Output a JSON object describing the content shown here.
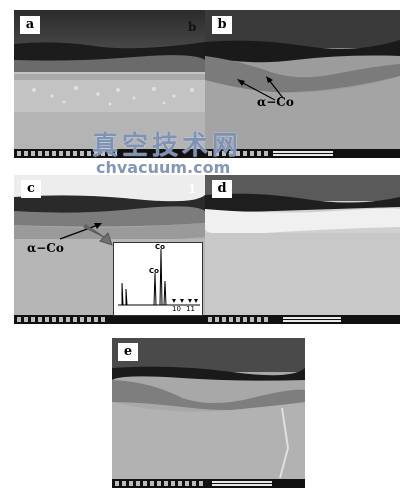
{
  "panels": [
    {
      "id": "a",
      "label": "a",
      "sublabel": "b"
    },
    {
      "id": "b",
      "label": "b"
    },
    {
      "id": "c",
      "label": "c",
      "sublabel": "1"
    },
    {
      "id": "d",
      "label": "d"
    },
    {
      "id": "e",
      "label": "e"
    }
  ],
  "callouts": {
    "b_phase": "α−Co",
    "c_phase": "α−Co"
  },
  "watermark": {
    "chinese": "真空技术网",
    "url": "chvacuum.com"
  },
  "eds_spectrum": {
    "peak_labels": [
      "Co",
      "Co"
    ],
    "axis_ticks": [
      "10",
      "11"
    ]
  }
}
